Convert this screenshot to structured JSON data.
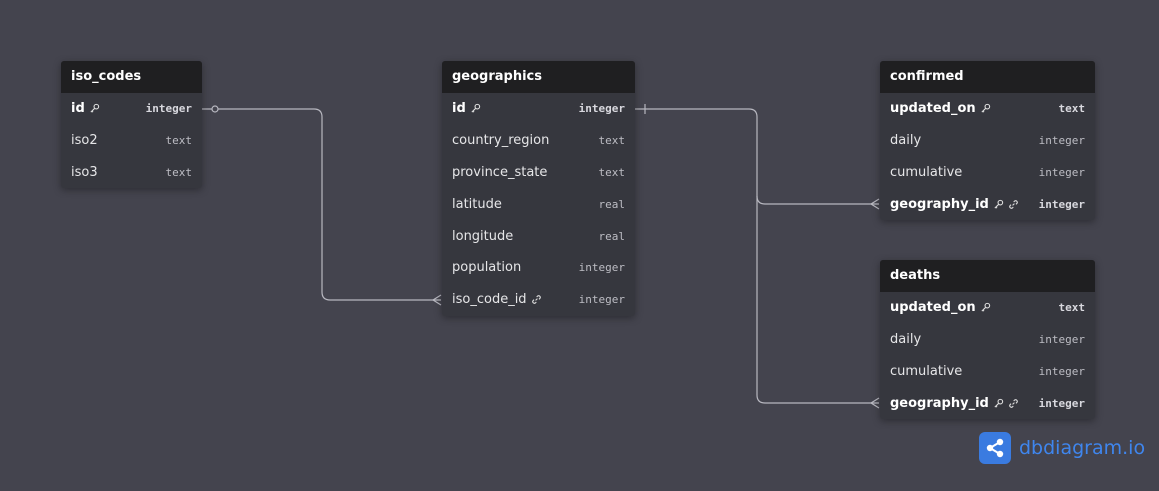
{
  "brand": {
    "name": "dbdiagram.io"
  },
  "tables": {
    "iso_codes": {
      "title": "iso_codes",
      "fields": [
        {
          "name": "id",
          "type": "integer"
        },
        {
          "name": "iso2",
          "type": "text"
        },
        {
          "name": "iso3",
          "type": "text"
        }
      ]
    },
    "geographics": {
      "title": "geographics",
      "fields": [
        {
          "name": "id",
          "type": "integer"
        },
        {
          "name": "country_region",
          "type": "text"
        },
        {
          "name": "province_state",
          "type": "text"
        },
        {
          "name": "latitude",
          "type": "real"
        },
        {
          "name": "longitude",
          "type": "real"
        },
        {
          "name": "population",
          "type": "integer"
        },
        {
          "name": "iso_code_id",
          "type": "integer"
        }
      ]
    },
    "confirmed": {
      "title": "confirmed",
      "fields": [
        {
          "name": "updated_on",
          "type": "text"
        },
        {
          "name": "daily",
          "type": "integer"
        },
        {
          "name": "cumulative",
          "type": "integer"
        },
        {
          "name": "geography_id",
          "type": "integer"
        }
      ]
    },
    "deaths": {
      "title": "deaths",
      "fields": [
        {
          "name": "updated_on",
          "type": "text"
        },
        {
          "name": "daily",
          "type": "integer"
        },
        {
          "name": "cumulative",
          "type": "integer"
        },
        {
          "name": "geography_id",
          "type": "integer"
        }
      ]
    }
  },
  "colors": {
    "background": "#44444e",
    "table_header": "#1f1f21",
    "table_body": "#36373e",
    "relation_line": "#b8b8c0",
    "brand_accent": "#3a7be0"
  }
}
